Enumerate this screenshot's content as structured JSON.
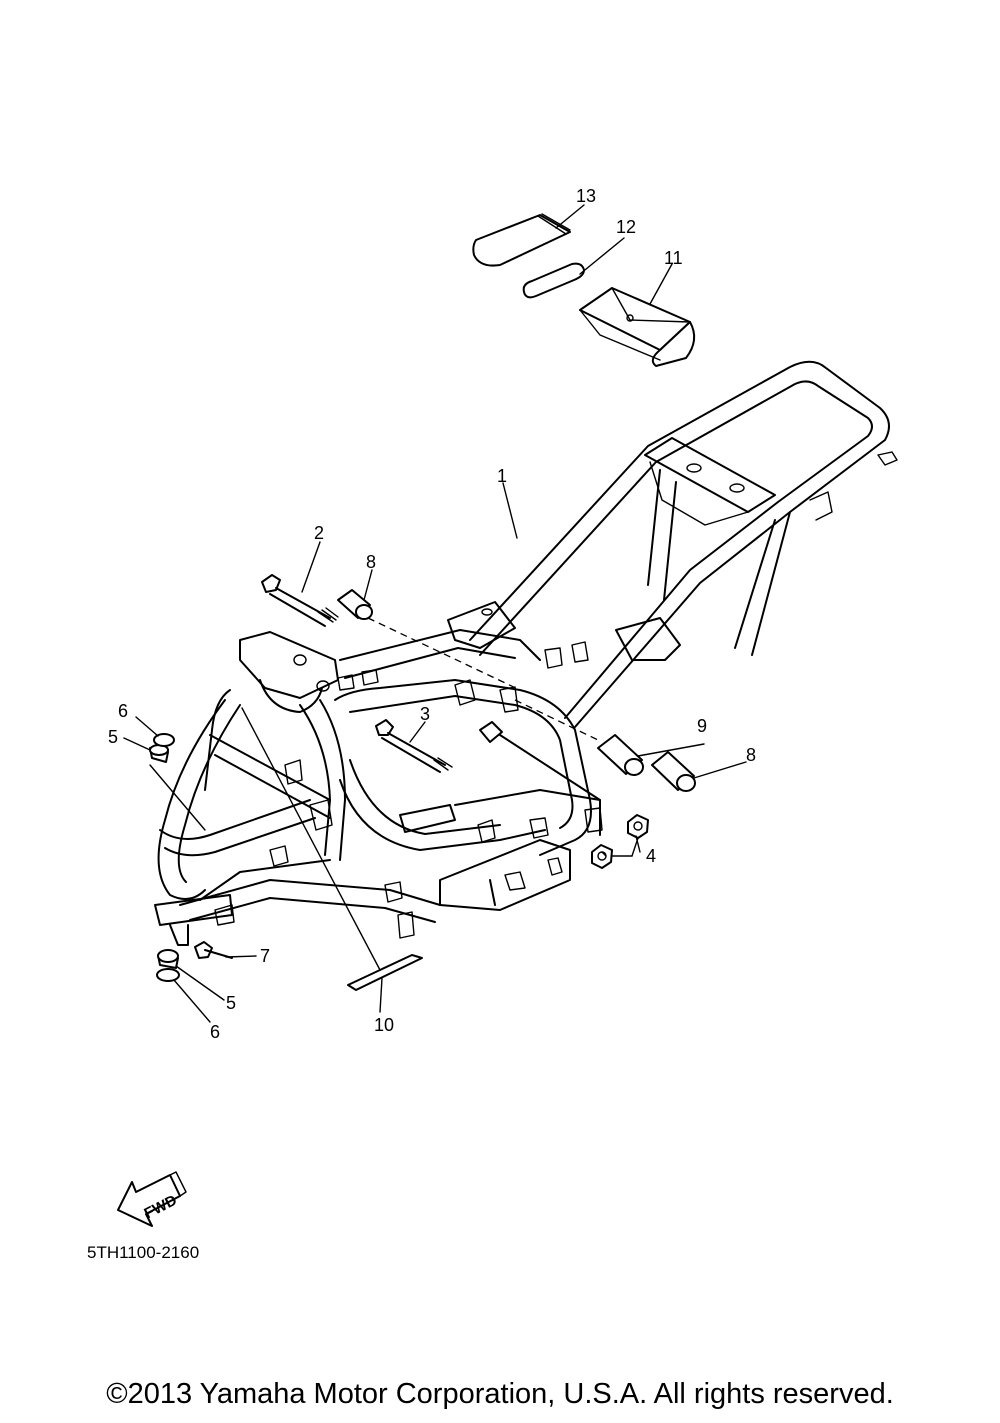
{
  "diagram": {
    "part_code": "5TH1100-2160",
    "fwd_label": "FWD",
    "callouts": [
      {
        "id": "c1",
        "label": "1"
      },
      {
        "id": "c2",
        "label": "2"
      },
      {
        "id": "c3",
        "label": "3"
      },
      {
        "id": "c4",
        "label": "4"
      },
      {
        "id": "c5a",
        "label": "5"
      },
      {
        "id": "c5b",
        "label": "5"
      },
      {
        "id": "c6a",
        "label": "6"
      },
      {
        "id": "c6b",
        "label": "6"
      },
      {
        "id": "c7",
        "label": "7"
      },
      {
        "id": "c8a",
        "label": "8"
      },
      {
        "id": "c8b",
        "label": "8"
      },
      {
        "id": "c9",
        "label": "9"
      },
      {
        "id": "c10",
        "label": "10"
      },
      {
        "id": "c11",
        "label": "11"
      },
      {
        "id": "c12",
        "label": "12"
      },
      {
        "id": "c13",
        "label": "13"
      }
    ]
  },
  "footer": {
    "copyright": "©2013 Yamaha Motor Corporation, U.S.A. All rights reserved."
  }
}
